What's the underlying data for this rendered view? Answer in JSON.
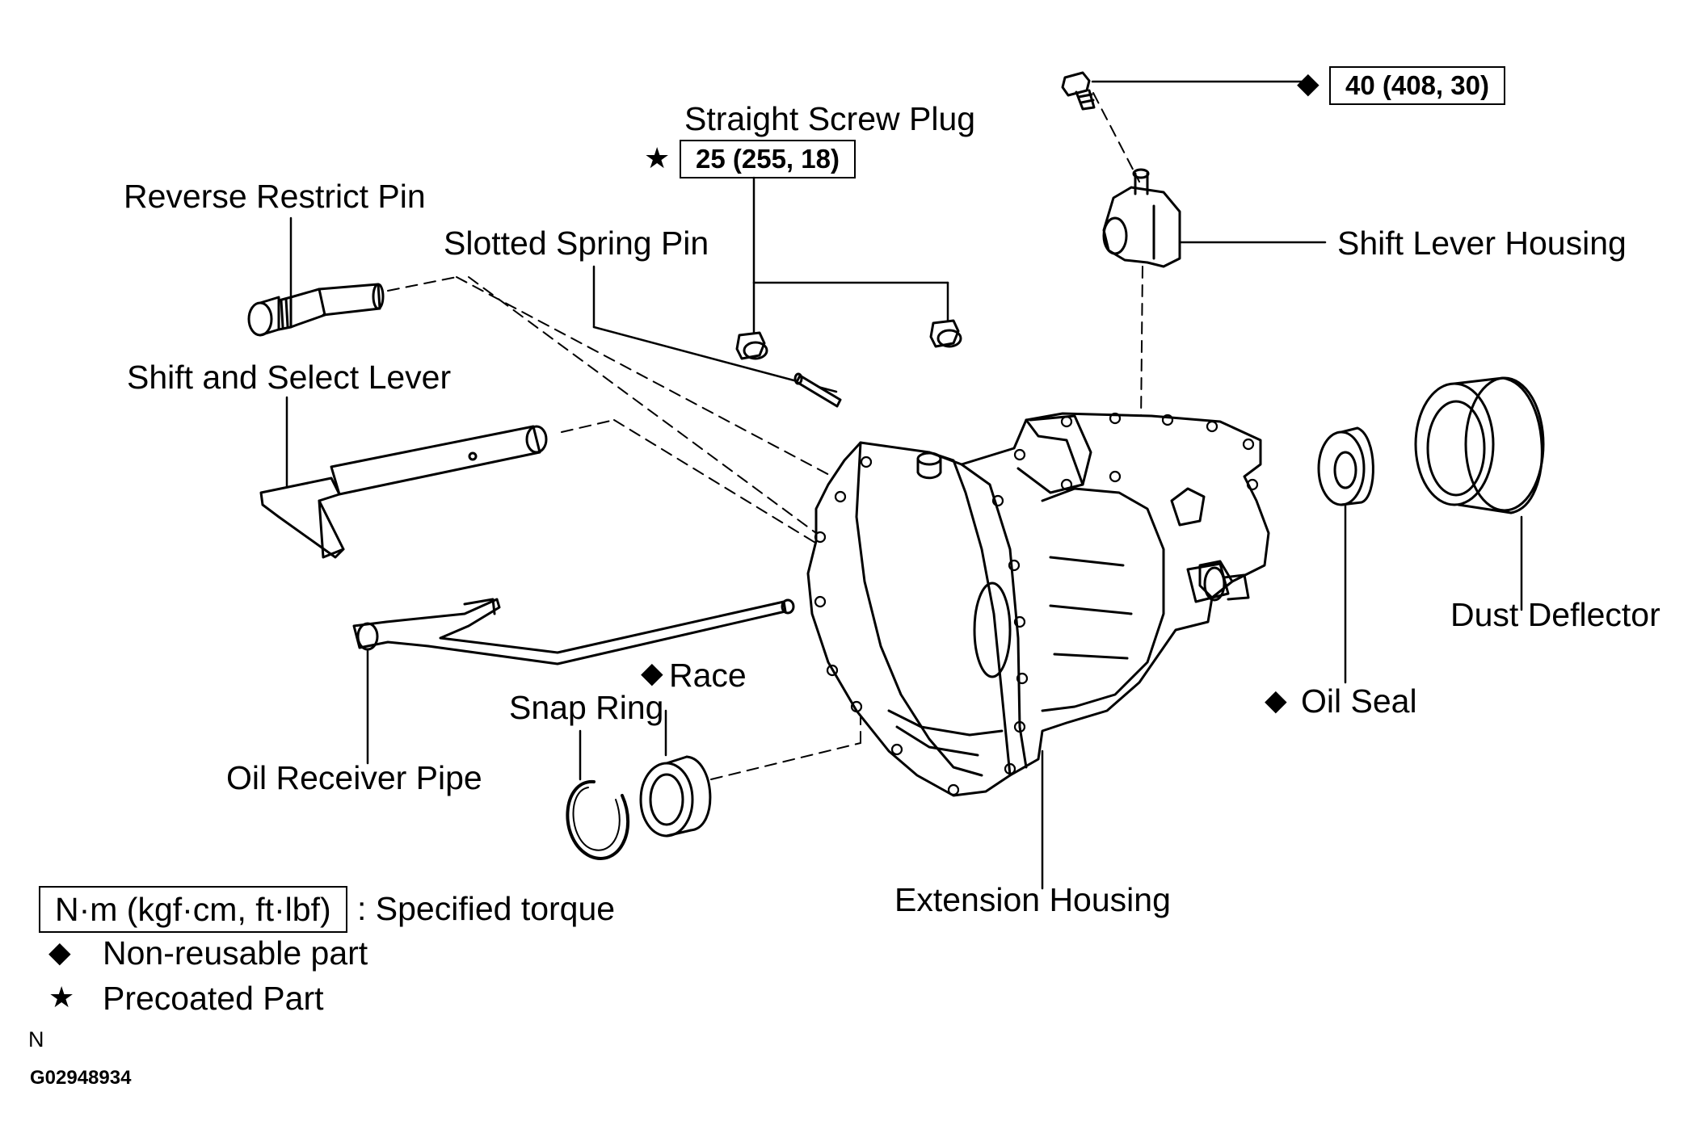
{
  "labels": {
    "straight_screw_plug": "Straight Screw Plug",
    "reverse_restrict_pin": "Reverse Restrict Pin",
    "slotted_spring_pin": "Slotted Spring Pin",
    "shift_lever_housing": "Shift Lever Housing",
    "shift_and_select_lever": "Shift and Select Lever",
    "dust_deflector": "Dust Deflector",
    "race": "Race",
    "snap_ring": "Snap Ring",
    "oil_seal": "Oil Seal",
    "oil_receiver_pipe": "Oil Receiver Pipe",
    "extension_housing": "Extension Housing"
  },
  "torques": {
    "bolt": "40 (408, 30)",
    "plug": "25 (255, 18)"
  },
  "symbols": {
    "non_reusable": "◆",
    "precoated": "★"
  },
  "legend": {
    "torque_box": "N·m (kgf·cm, ft·lbf)",
    "torque_text": ": Specified torque",
    "non_reusable_text": "Non-reusable  part",
    "precoated_text": "Precoated Part"
  },
  "footer": {
    "letter": "N",
    "code": "G02948934"
  }
}
